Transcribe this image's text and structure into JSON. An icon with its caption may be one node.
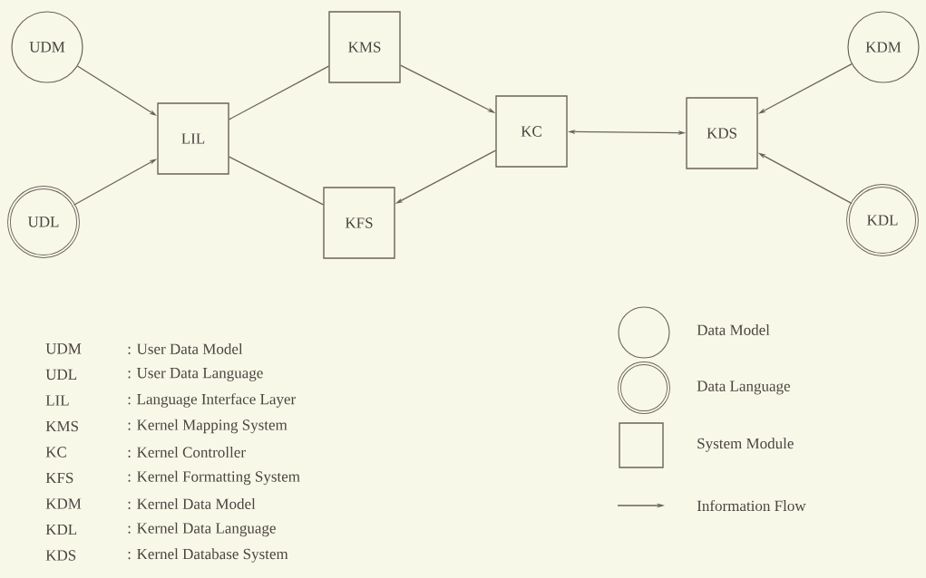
{
  "diagram": {
    "nodes": [
      {
        "text": [
          "UDM"
        ]
      },
      {
        "text": [
          "UDL"
        ]
      },
      {
        "text": [
          "LIL"
        ]
      },
      {
        "text": [
          "KMS"
        ]
      },
      {
        "text": [
          "KFS"
        ]
      },
      {
        "text": [
          "KC"
        ]
      },
      {
        "text": [
          "KDS"
        ]
      },
      {
        "text": [
          "KDM"
        ]
      },
      {
        "text": [
          "KDL"
        ]
      }
    ],
    "edges": [
      {
        "from": 0,
        "to": 2,
        "arrow": "to"
      },
      {
        "from": 1,
        "to": 2,
        "arrow": "to"
      },
      {
        "from": 2,
        "to": 3,
        "arrow": "none"
      },
      {
        "from": 3,
        "to": 5,
        "arrow": "to"
      },
      {
        "from": 5,
        "to": 4,
        "arrow": "to"
      },
      {
        "from": 4,
        "to": 2,
        "arrow": "none"
      },
      {
        "from": 5,
        "to": 6,
        "arrow": "both"
      },
      {
        "from": 7,
        "to": 6,
        "arrow": "to"
      },
      {
        "from": 8,
        "to": 6,
        "arrow": "to"
      }
    ],
    "labels": [
      "UDM",
      ": User Data Model",
      "UDL",
      ": User Data Language",
      "LIL",
      ": Language Interface Layer",
      "KMS",
      ": Kernel Mapping System",
      "KC",
      ": Kernel Controller",
      "KFS",
      ": Kernel Formatting System",
      "KDM",
      ": Kernel Data Model",
      "KDL",
      ": Kernel Data Language",
      "KDS",
      ": Kernel Database System"
    ],
    "legend": [
      {
        "text": "Data Model"
      },
      {
        "text": "Data Language"
      },
      {
        "text": "System Module"
      },
      {
        "text": "Information Flow"
      }
    ]
  }
}
